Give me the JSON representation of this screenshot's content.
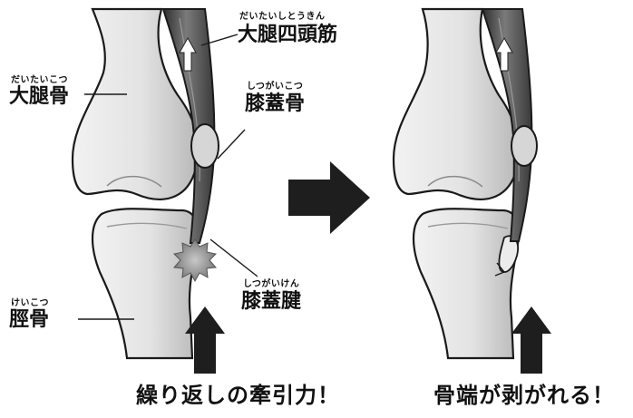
{
  "labels": {
    "quadriceps": {
      "ruby": "だいたいしとうきん",
      "text": "大腿四頭筋"
    },
    "femur": {
      "ruby": "だいたいこつ",
      "text": "大腿骨"
    },
    "patella": {
      "ruby": "しつがいこつ",
      "text": "膝蓋骨"
    },
    "tendon": {
      "ruby": "しつがいけん",
      "text": "膝蓋腱"
    },
    "tibia": {
      "ruby": "けいこつ",
      "text": "脛骨"
    }
  },
  "captions": {
    "left": "繰り返しの牽引力！",
    "right": "骨端が剥がれる！"
  },
  "colors": {
    "bone": "#e4e4e4",
    "bone_shadow": "#b9b9b9",
    "outline": "#1a1a1a",
    "muscle": "#555555",
    "arrow": "#1e1e1e",
    "burst": "#8f8f8f"
  },
  "icons": [
    "up-arrow-icon",
    "right-arrow-icon",
    "burst-icon"
  ]
}
